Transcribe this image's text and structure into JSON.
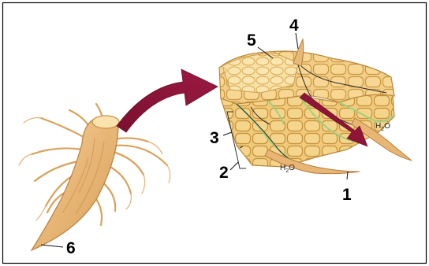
{
  "labels": {
    "l1": "1",
    "l2": "2",
    "l3": "3",
    "l4": "4",
    "l5": "5",
    "l6": "6"
  },
  "water": {
    "h": "H",
    "sub": "2",
    "o": "O"
  },
  "colors": {
    "root": "#e8b978",
    "root_dark": "#c98e4a",
    "cell_fill": "#f1c97c",
    "cell_light": "#f8dd9e",
    "cell_wall": "#c9993f",
    "endodermis_green": "#a8d58a",
    "arrow": "#8b1538",
    "border": "#000000"
  },
  "icons": {
    "big_arrow": "curved-arrow-icon",
    "water_arrow": "water-flow-arrow-icon"
  }
}
